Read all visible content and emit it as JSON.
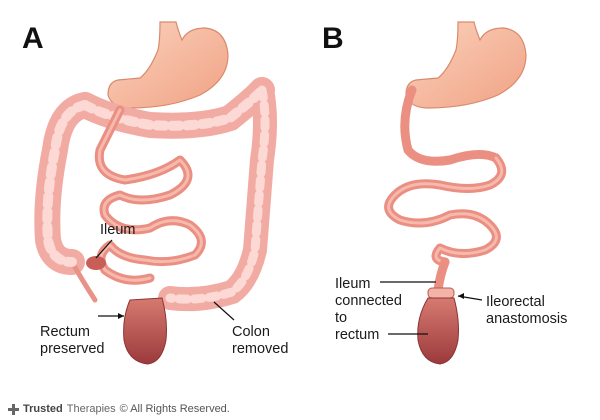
{
  "panels": {
    "a": {
      "letter": "A",
      "labels": {
        "ileum": "Ileum",
        "rectum_line1": "Rectum",
        "rectum_line2": "preserved",
        "colon_line1": "Colon",
        "colon_line2": "removed"
      }
    },
    "b": {
      "letter": "B",
      "labels": {
        "ileum_line1": "Ileum",
        "ileum_line2": "connected",
        "ileum_line3": "to",
        "ileum_line4": "rectum",
        "anast_line1": "Ileorectal",
        "anast_line2": "anastomosis"
      }
    }
  },
  "footer": {
    "brand_bold": "Trusted",
    "brand_light": "Therapies",
    "rights": "© All Rights Reserved."
  },
  "colors": {
    "stomach": "#f5b89e",
    "intestine": "#e8877a",
    "colon_faded": "#f3b7b0",
    "rectum": "#b54a4a",
    "outline": "#c46a5f"
  }
}
